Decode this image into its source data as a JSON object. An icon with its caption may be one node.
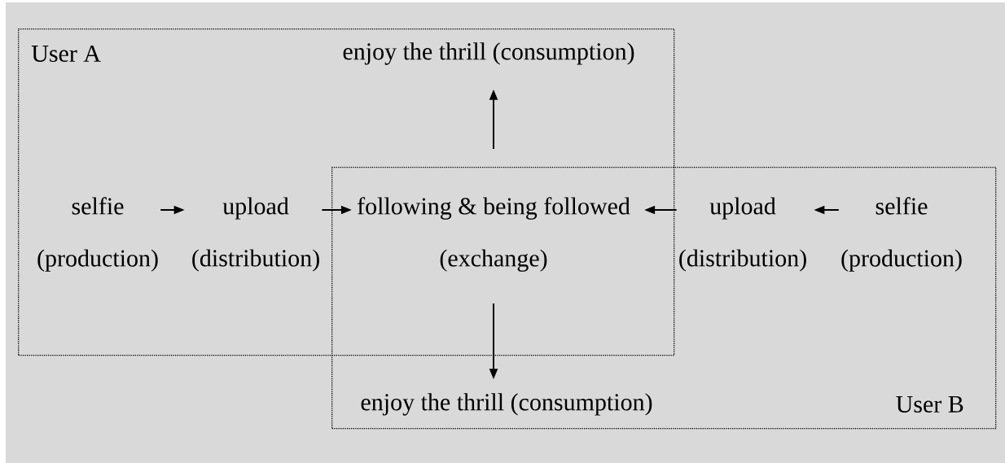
{
  "diagram": {
    "nodes": [
      {
        "text": [
          "User A"
        ]
      },
      {
        "text": [
          "enjoy the thrill (consumption)"
        ],
        "in": 0
      },
      {
        "text": [
          "selfie",
          "(production)"
        ],
        "in": 0
      },
      {
        "text": [
          "upload",
          "(distribution)"
        ],
        "in": 0
      },
      {
        "text": [
          "following & being followed",
          "(exchange)"
        ]
      },
      {
        "text": [
          "User B"
        ]
      },
      {
        "text": [
          "upload",
          "(distribution)"
        ],
        "in": 5
      },
      {
        "text": [
          "selfie",
          "(production)"
        ],
        "in": 5
      },
      {
        "text": [
          "enjoy the thrill (consumption)"
        ],
        "in": 5
      }
    ],
    "edges": [
      {
        "from": 2,
        "to": 3,
        "arrow": "to"
      },
      {
        "from": 3,
        "to": 4,
        "arrow": "to"
      },
      {
        "from": 4,
        "to": 1,
        "arrow": "to"
      },
      {
        "from": 6,
        "to": 4,
        "arrow": "to"
      },
      {
        "from": 7,
        "to": 6,
        "arrow": "to"
      },
      {
        "from": 4,
        "to": 8,
        "arrow": "to"
      }
    ]
  }
}
